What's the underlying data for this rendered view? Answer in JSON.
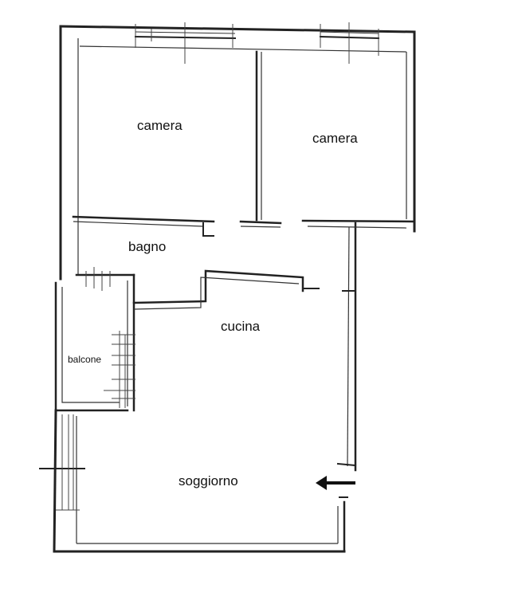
{
  "plan": {
    "rooms": [
      {
        "id": "camera-left",
        "label": "camera"
      },
      {
        "id": "camera-right",
        "label": "camera"
      },
      {
        "id": "bagno",
        "label": "bagno"
      },
      {
        "id": "cucina",
        "label": "cucina"
      },
      {
        "id": "balcone",
        "label": "balcone"
      },
      {
        "id": "soggiorno",
        "label": "soggiorno"
      }
    ],
    "colors": {
      "ink": "#222222",
      "paper": "#ffffff"
    },
    "entrance_arrow": "left-arrow-icon"
  }
}
